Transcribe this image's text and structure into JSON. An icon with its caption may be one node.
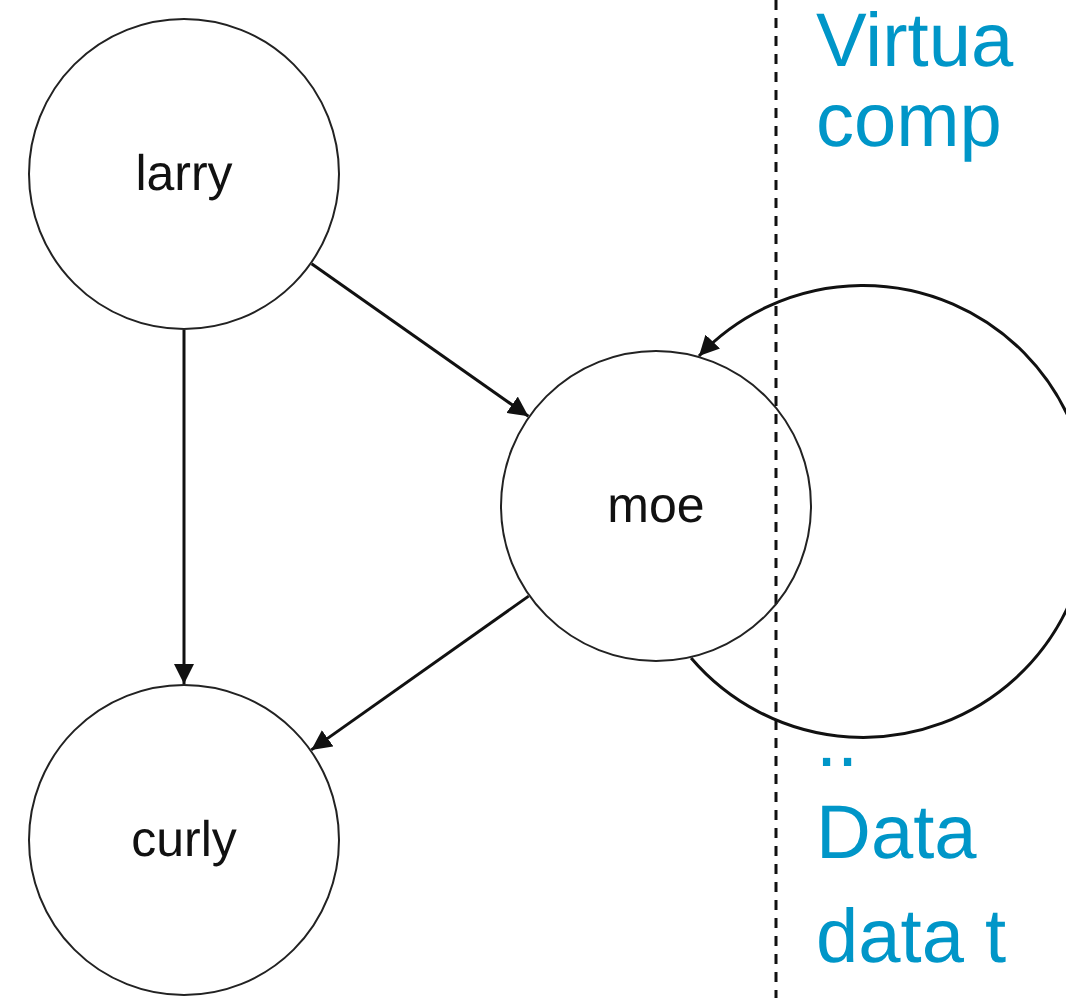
{
  "diagram": {
    "nodes": [
      {
        "text": [
          "larry"
        ]
      },
      {
        "text": [
          "moe"
        ]
      },
      {
        "text": [
          "curly"
        ]
      }
    ],
    "edges": [
      {
        "from": 0,
        "to": 1,
        "arrow": "to"
      },
      {
        "from": 0,
        "to": 2,
        "arrow": "to"
      },
      {
        "from": 1,
        "to": 2,
        "arrow": "to"
      },
      {
        "from": 1,
        "to": 1,
        "arrow": "to"
      }
    ],
    "labels": [
      "Virtua",
      "comp",
      "..",
      "Data",
      "data t"
    ]
  }
}
